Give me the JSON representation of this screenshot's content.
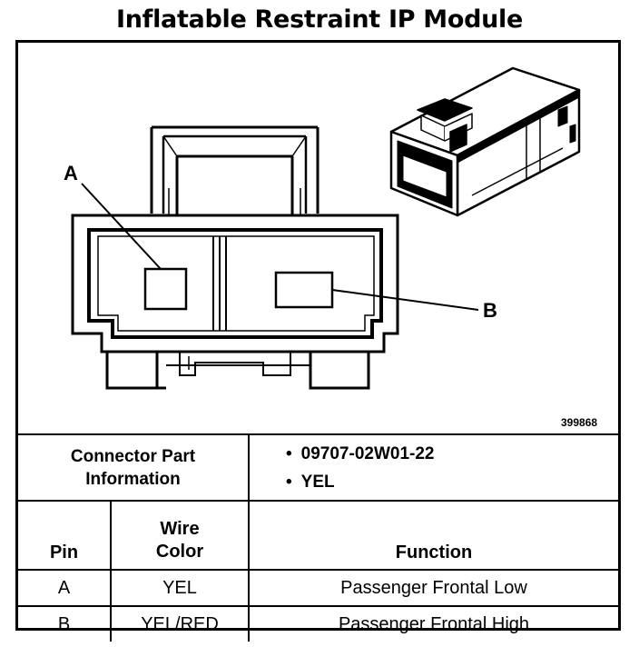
{
  "title": "Inflatable Restraint IP Module",
  "diagram": {
    "callout_a": "A",
    "callout_b": "B",
    "drawing_id": "399868"
  },
  "connector_info": {
    "label_line1": "Connector Part",
    "label_line2": "Information",
    "items": [
      "09707-02W01-22",
      "YEL"
    ]
  },
  "table": {
    "headers": {
      "pin": "Pin",
      "wire_line1": "Wire",
      "wire_line2": "Color",
      "function": "Function"
    },
    "rows": [
      {
        "pin": "A",
        "wire": "YEL",
        "function": "Passenger Frontal Low"
      },
      {
        "pin": "B",
        "wire": "YEL/RED",
        "function": "Passenger Frontal High"
      }
    ]
  }
}
